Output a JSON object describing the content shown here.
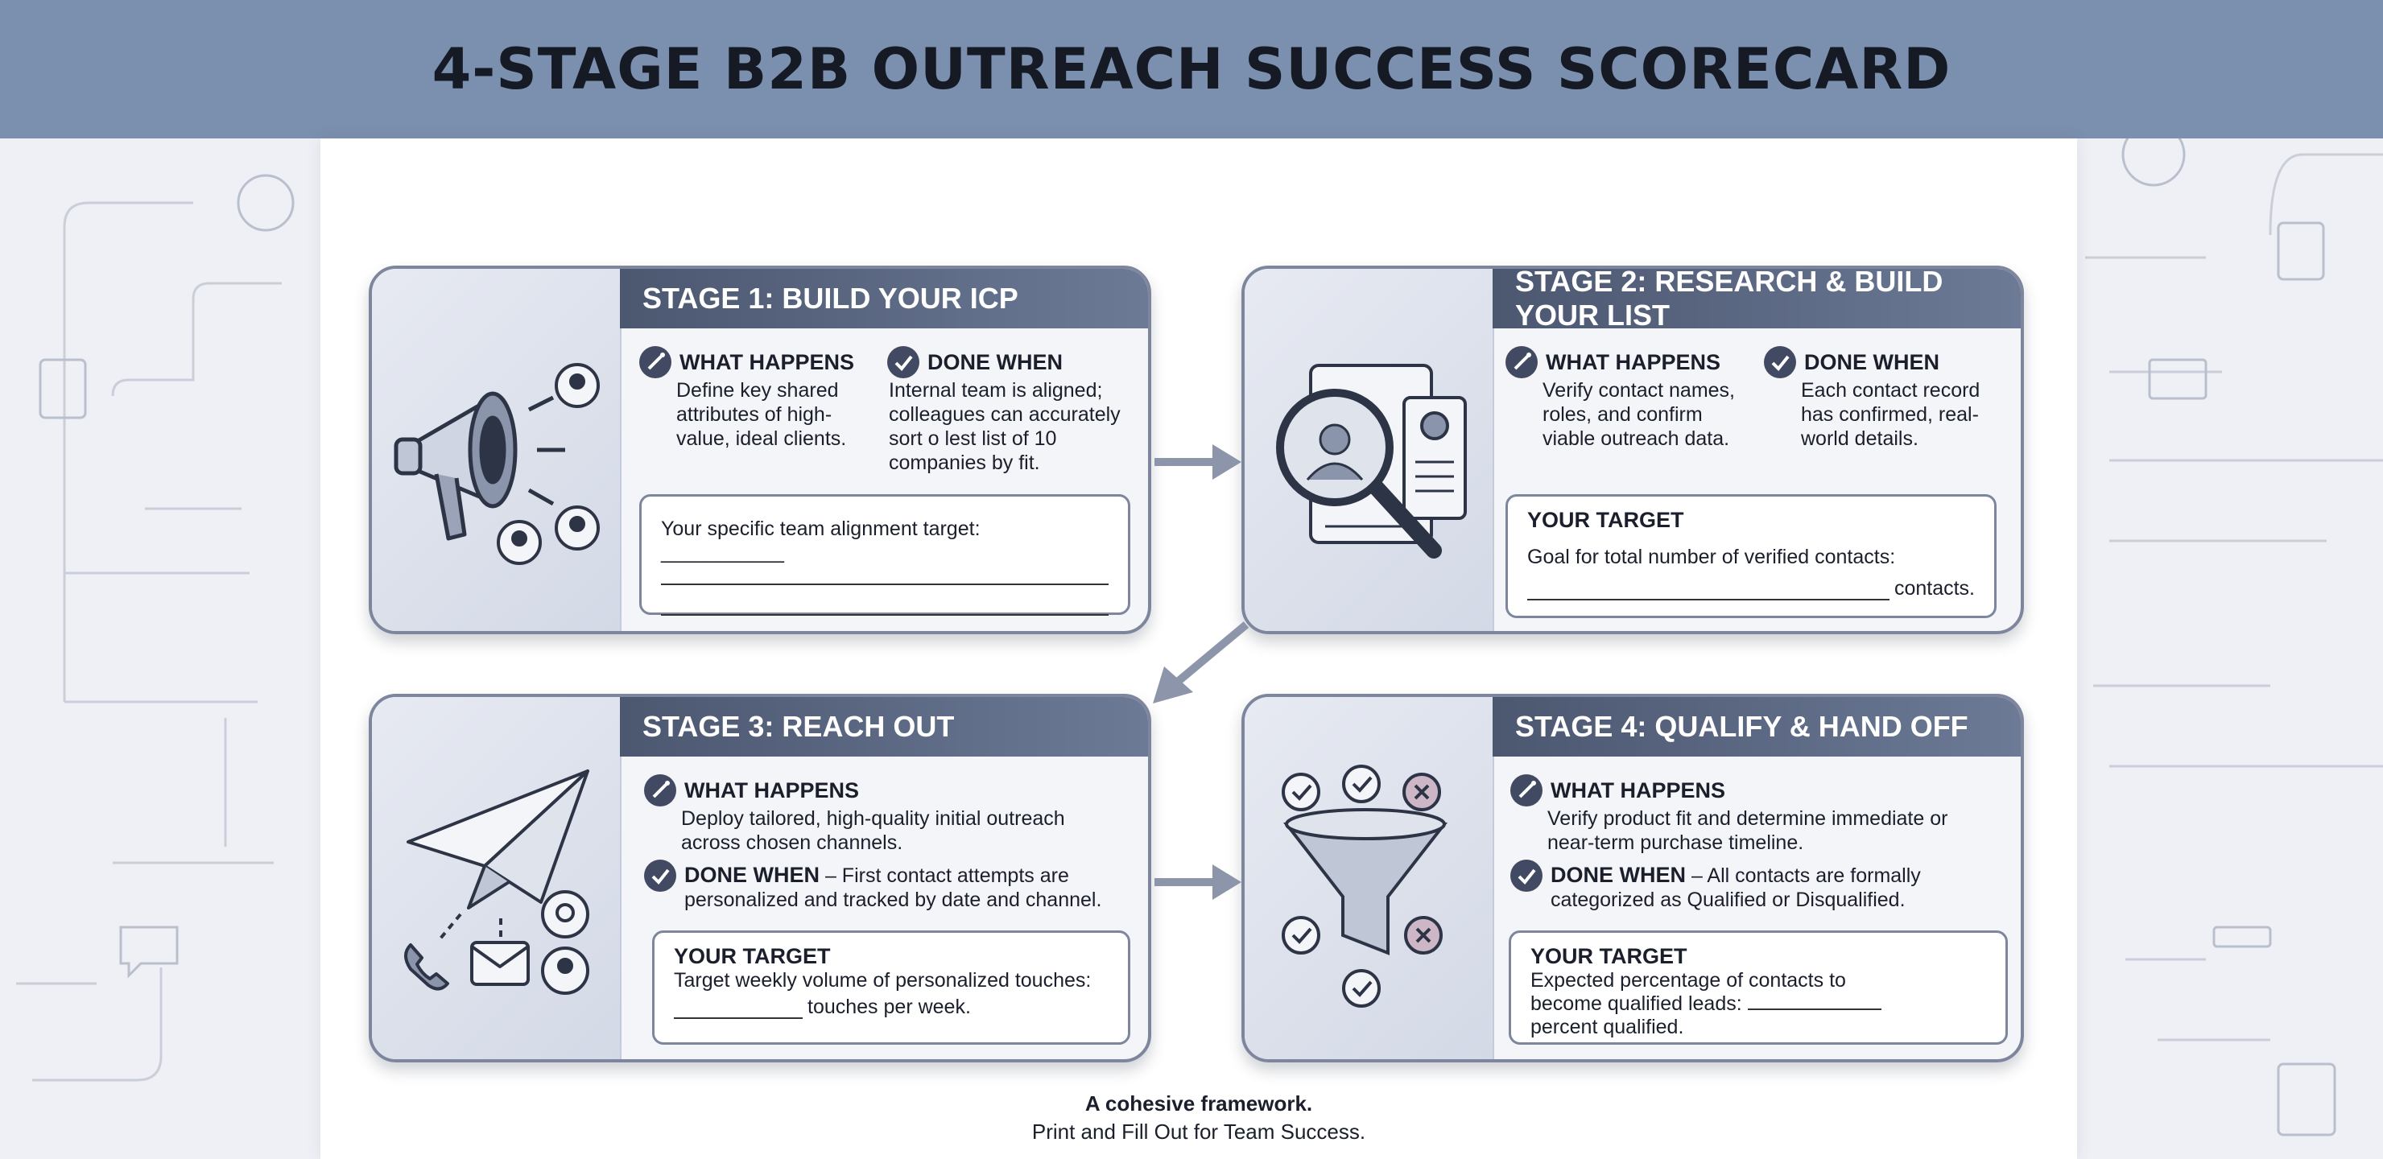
{
  "title": "4-STAGE B2B OUTREACH SUCCESS SCORECARD",
  "stages": [
    {
      "heading": "STAGE 1: BUILD YOUR ICP",
      "what_label": "WHAT HAPPENS",
      "what_text": "Define key shared attributes of high-value, ideal clients.",
      "done_label": "DONE WHEN",
      "done_text": "Internal team is aligned; colleagues can accurately sort o lest list of 10 companies by fit.",
      "target_text": "Your specific team alignment target: ___________"
    },
    {
      "heading": "STAGE 2: RESEARCH & BUILD YOUR LIST",
      "what_label": "WHAT HAPPENS",
      "what_text": "Verify contact names, roles, and confirm viable outreach data.",
      "done_label": "DONE WHEN",
      "done_text": "Each contact record has confirmed, real-world details.",
      "target_label": "YOUR TARGET",
      "target_text": "Goal for total number of verified contacts:",
      "target_suffix": "contacts."
    },
    {
      "heading": "STAGE 3: REACH OUT",
      "what_label": "WHAT HAPPENS",
      "what_text": "Deploy tailored, high-quality initial outreach across chosen channels.",
      "done_label": "DONE WHEN",
      "done_text": "– First contact attempts are personalized and tracked by date and channel.",
      "target_label": "YOUR TARGET",
      "target_text": "Target weekly volume of personalized touches:",
      "target_suffix": "touches per week."
    },
    {
      "heading": "STAGE 4: QUALIFY & HAND OFF",
      "what_label": "WHAT HAPPENS",
      "what_text": "Verify product fit and determine immediate or near-term purchase timeline.",
      "done_label": "DONE WHEN",
      "done_text": "– All contacts are formally categorized as Qualified or Disqualified.",
      "target_label": "YOUR TARGET",
      "target_text": "Expected percentage of contacts to become qualified leads:",
      "target_suffix": "percent qualified."
    }
  ],
  "footer": {
    "line1": "A cohesive framework.",
    "line2": "Print and Fill Out for Team Success."
  },
  "colors": {
    "header_band": "#7b8faf",
    "stage_header": "#4c5770",
    "accent_badge": "#414a62"
  }
}
